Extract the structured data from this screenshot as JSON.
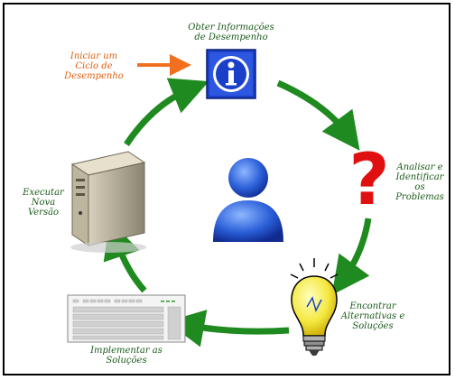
{
  "diagram": {
    "colors": {
      "arrow_green": "#1f8a1f",
      "arrow_orange": "#f07020",
      "text_green": "#1a5a1a",
      "text_orange": "#e06010",
      "question_red": "#e01010",
      "info_blue": "#1a3fc8"
    },
    "labels": {
      "start": "Iniciar um\nCiclo de\nDesempenho",
      "step1": "Obter Informações\nde Desempenho",
      "step2": "Analisar e\nIdentificar os\nProblemas",
      "step3": "Encontrar\nAlternativas e\nSoluções",
      "step4": "Implementar as\nSoluções",
      "step5": "Executar\nNova\nVersão"
    },
    "icons": {
      "info": "info-icon",
      "question": "question-mark-icon",
      "bulb": "lightbulb-icon",
      "keyboard": "keyboard-icon",
      "server": "server-tower-icon",
      "user": "user-silhouette-icon"
    }
  }
}
